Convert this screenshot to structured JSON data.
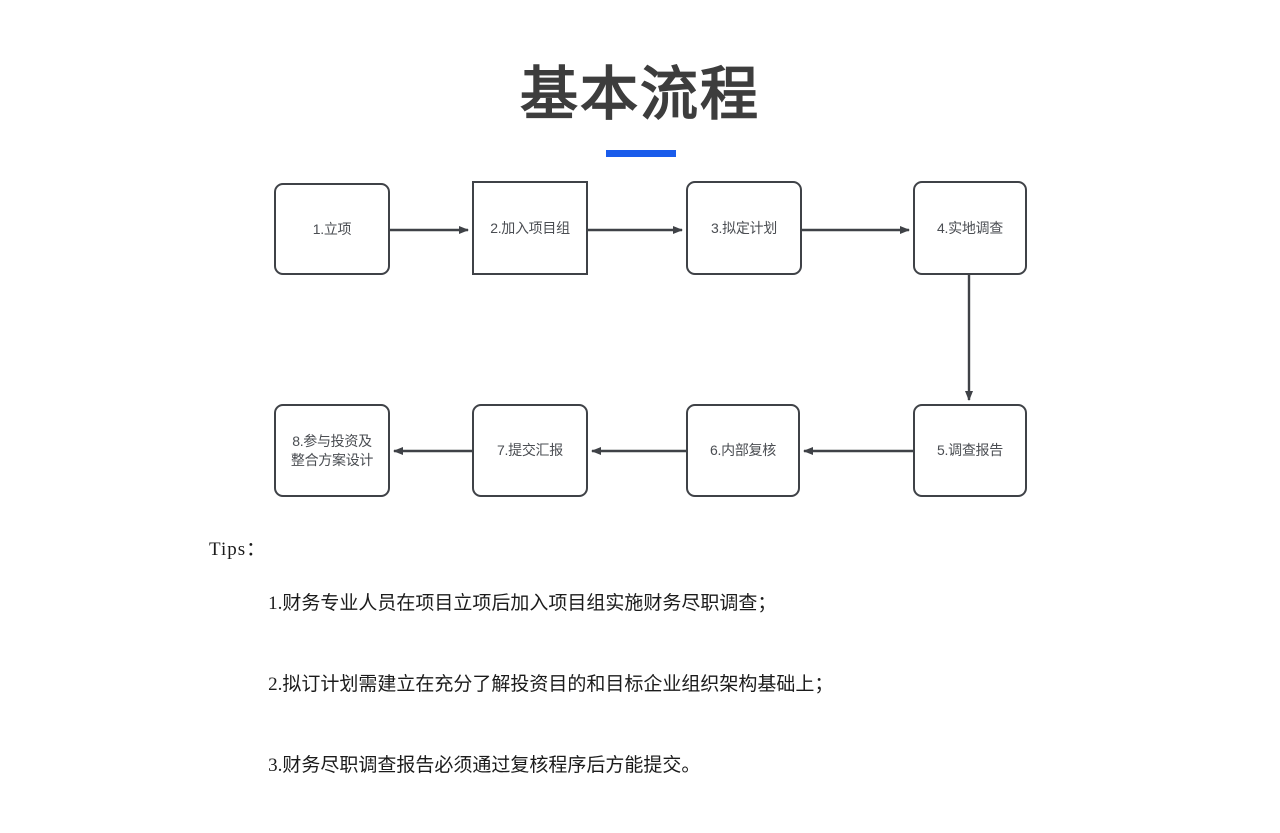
{
  "slide": {
    "background_color": "#ffffff",
    "title": "基本流程",
    "title_color": "#3d3d3d",
    "accent_color": "#1a5ceb"
  },
  "flowchart": {
    "type": "process-flow",
    "node_border_color": "#3f4247",
    "node_text_color": "#4a4d52",
    "arrow_color": "#3f4247",
    "nodes": [
      {
        "id": "n1",
        "label": "1.立项",
        "corner": "rounded",
        "row": 1,
        "order": 1
      },
      {
        "id": "n2",
        "label": "2.加入项目组",
        "corner": "square",
        "row": 1,
        "order": 2
      },
      {
        "id": "n3",
        "label": "3.拟定计划",
        "corner": "rounded",
        "row": 1,
        "order": 3
      },
      {
        "id": "n4",
        "label": "4.实地调查",
        "corner": "rounded",
        "row": 1,
        "order": 4
      },
      {
        "id": "n5",
        "label": "5.调查报告",
        "corner": "rounded",
        "row": 2,
        "order": 5
      },
      {
        "id": "n6",
        "label": "6.内部复核",
        "corner": "rounded",
        "row": 2,
        "order": 6
      },
      {
        "id": "n7",
        "label": "7.提交汇报",
        "corner": "rounded",
        "row": 2,
        "order": 7
      },
      {
        "id": "n8",
        "label": "8.参与投资及\n整合方案设计",
        "corner": "rounded",
        "row": 2,
        "order": 8
      }
    ],
    "edges": [
      {
        "from": "n1",
        "to": "n2",
        "direction": "right"
      },
      {
        "from": "n2",
        "to": "n3",
        "direction": "right"
      },
      {
        "from": "n3",
        "to": "n4",
        "direction": "right"
      },
      {
        "from": "n4",
        "to": "n5",
        "direction": "down"
      },
      {
        "from": "n5",
        "to": "n6",
        "direction": "left"
      },
      {
        "from": "n6",
        "to": "n7",
        "direction": "left"
      },
      {
        "from": "n7",
        "to": "n8",
        "direction": "left"
      }
    ]
  },
  "tips": {
    "label": "Tips：",
    "lines": [
      "1.财务专业人员在项目立项后加入项目组实施财务尽职调查；",
      "2.拟订计划需建立在充分了解投资目的和目标企业组织架构基础上；",
      "3.财务尽职调查报告必须通过复核程序后方能提交。"
    ]
  }
}
